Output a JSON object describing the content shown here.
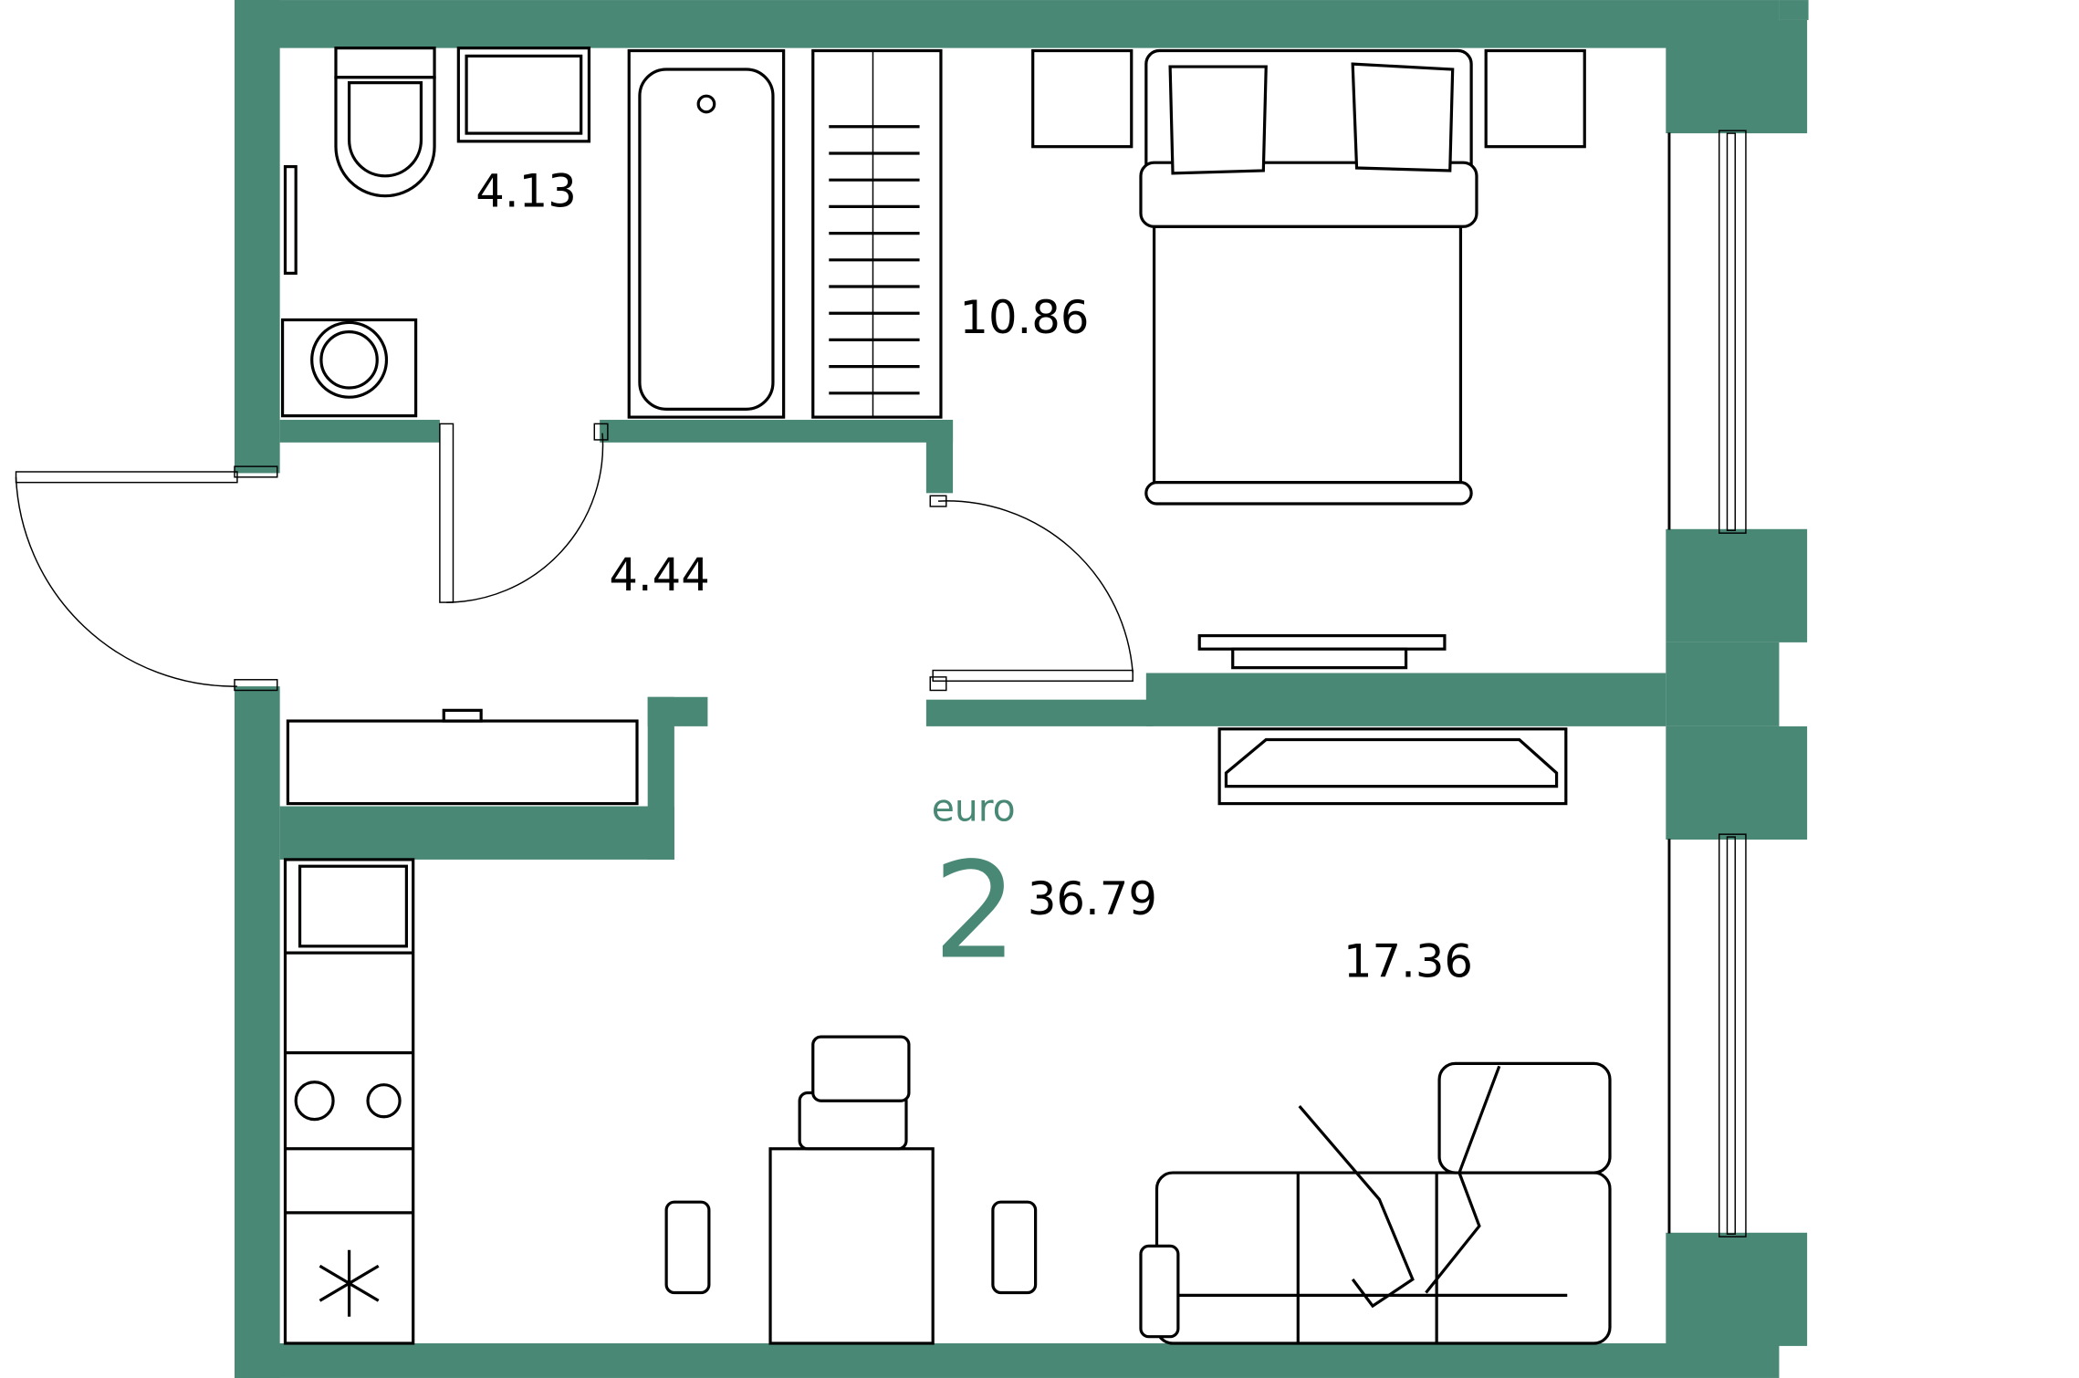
{
  "colors": {
    "wall": "#4a8876",
    "line": "#000000"
  },
  "plan": {
    "type_label": "euro",
    "rooms_count": "2",
    "total_area": "36.79",
    "rooms": [
      {
        "name": "bathroom",
        "area": "4.13"
      },
      {
        "name": "bedroom",
        "area": "10.86"
      },
      {
        "name": "hallway",
        "area": "4.44"
      },
      {
        "name": "living-kitchen",
        "area": "17.36"
      }
    ]
  }
}
